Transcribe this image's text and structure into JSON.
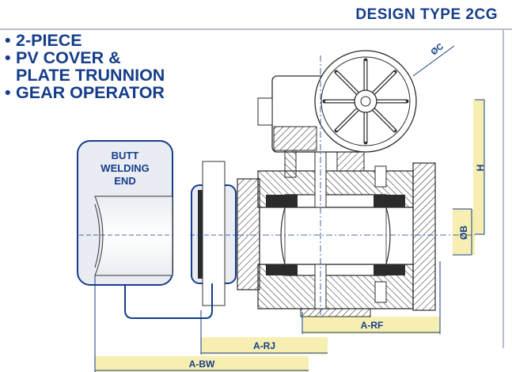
{
  "title": "DESIGN TYPE 2CG",
  "features": [
    {
      "bullet": "•",
      "text": "2-PIECE"
    },
    {
      "bullet": "•",
      "text": "PV COVER &"
    },
    {
      "bullet": "",
      "text": "PLATE TRUNNION"
    },
    {
      "bullet": "•",
      "text": "GEAR OPERATOR"
    }
  ],
  "callout": {
    "line1": "BUTT",
    "line2": "WELDING",
    "line3": "END"
  },
  "dimensions": {
    "handwheel_diameter": "ØC",
    "height": "H",
    "bore_diameter": "ØB",
    "raised_face_length": "A-RF",
    "ring_joint_length": "A-RJ",
    "butt_weld_length": "A-BW"
  },
  "colors": {
    "brand_blue": "#153d8a",
    "dimension_band": "#f7efb2",
    "line_gray": "#9aa3b2",
    "hatch": "#2b2b2b"
  }
}
